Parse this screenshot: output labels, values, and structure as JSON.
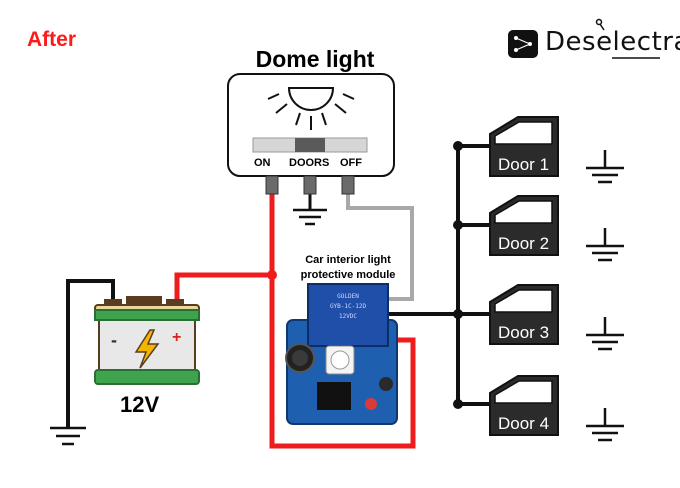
{
  "header": {
    "after_label": "After",
    "brand": "Deselectra"
  },
  "dome_light": {
    "title": "Dome light",
    "switch_positions": [
      "ON",
      "DOORS",
      "OFF"
    ]
  },
  "module": {
    "title_line1": "Car interior light",
    "title_line2": "protective module"
  },
  "battery": {
    "label": "12V",
    "minus": "-",
    "plus": "+"
  },
  "doors": [
    "Door 1",
    "Door 2",
    "Door 3",
    "Door 4"
  ],
  "colors": {
    "accent_red": "#ff1a1a",
    "wire_red": "#ee1c1c",
    "wire_black": "#111111",
    "wire_gray": "#a8a8a8",
    "battery_green": "#3fa34d",
    "battery_body": "#e8e8e8",
    "battery_bolt": "#f5b400",
    "door_fill": "#2b2b2b",
    "module_blue": "#1f5fb0",
    "relay_blue": "#1f4fa8"
  },
  "icons": {
    "battery": "battery-icon",
    "ground": "ground-icon",
    "door": "car-door-icon",
    "lamp": "dome-lamp-icon",
    "logo": "circuit-logo-icon"
  }
}
